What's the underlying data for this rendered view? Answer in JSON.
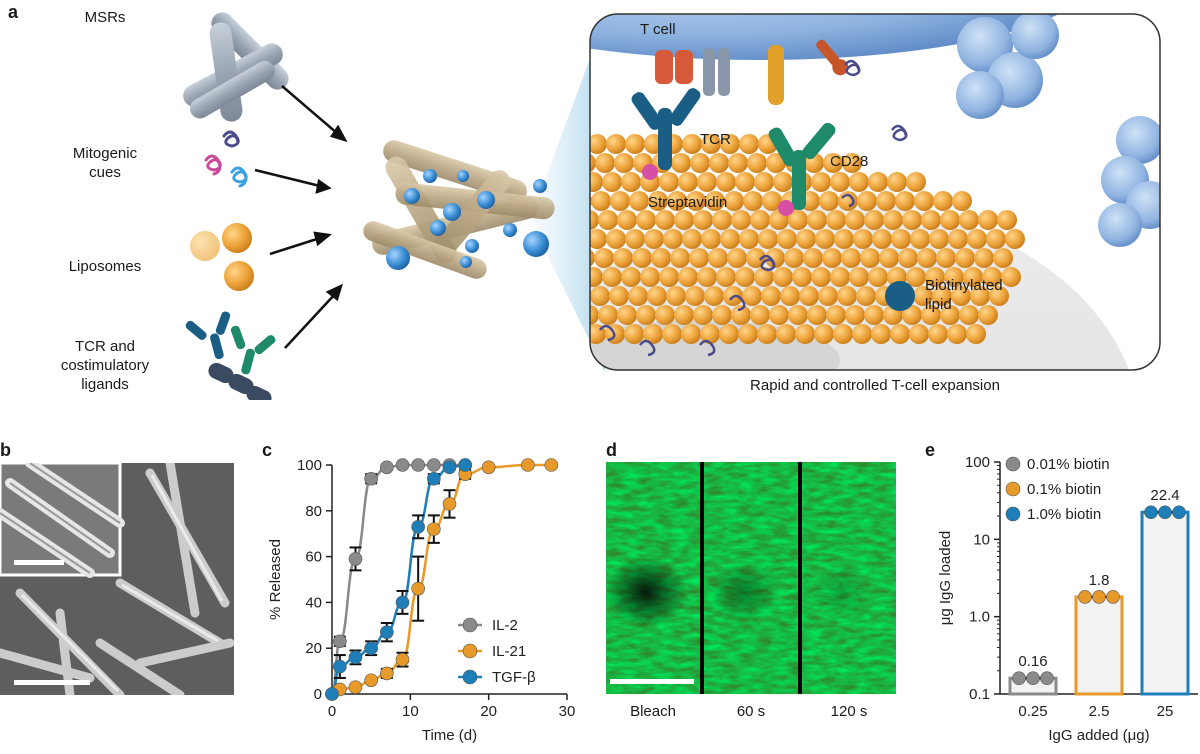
{
  "panel_a": {
    "letter": "a",
    "components": [
      "MSRs",
      "Mitogenic\ncues",
      "Liposomes",
      "TCR and\ncostimulatory\nligands"
    ],
    "annotations": {
      "t_cell": "T cell",
      "tcr": "TCR",
      "cd28": "CD28",
      "streptavidin": "Streptavidin",
      "biotinylated_lipid": "Biotinylated\nlipid"
    },
    "caption": "Rapid and controlled T-cell expansion",
    "colors": {
      "liposome": "#e79a2a",
      "tcr_ligand": "#1a5e86",
      "cd28_ligand": "#1f8a6a",
      "sphere": "#3b8fd6",
      "tcell": "#8fb3e0"
    }
  },
  "panel_b": {
    "letter": "b"
  },
  "panel_c": {
    "letter": "c",
    "chart_data": {
      "type": "line",
      "xlabel": "Time (d)",
      "ylabel": "% Released",
      "xlim": [
        0,
        30
      ],
      "ylim": [
        0,
        100
      ],
      "xticks": [
        "0",
        "10",
        "20",
        "30"
      ],
      "yticks": [
        "0",
        "20",
        "40",
        "60",
        "80",
        "100"
      ],
      "legend_position": "bottom-right",
      "series": [
        {
          "name": "IL-2",
          "color": "#8a8a8a",
          "x": [
            0,
            1,
            3,
            5,
            7,
            9,
            11,
            13,
            15,
            17
          ],
          "y": [
            0,
            23,
            59,
            94,
            99,
            100,
            100,
            100,
            100,
            100
          ],
          "err": [
            0,
            2,
            5,
            2,
            1,
            1,
            1,
            1,
            1,
            1
          ]
        },
        {
          "name": "IL-21",
          "color": "#e79a2a",
          "x": [
            0,
            1,
            3,
            5,
            7,
            9,
            11,
            13,
            15,
            17,
            20,
            25,
            28
          ],
          "y": [
            0,
            2,
            3,
            6,
            9,
            15,
            46,
            72,
            83,
            96,
            99,
            100,
            100
          ],
          "err": [
            0,
            1,
            1,
            1,
            2,
            3,
            14,
            6,
            6,
            2,
            1,
            1,
            1
          ]
        },
        {
          "name": "TGF-β",
          "color": "#1e7fb8",
          "x": [
            0,
            1,
            3,
            5,
            7,
            9,
            11,
            13,
            15,
            17
          ],
          "y": [
            0,
            12,
            16,
            20,
            27,
            40,
            73,
            94,
            99,
            100
          ],
          "err": [
            0,
            5,
            3,
            3,
            4,
            5,
            5,
            2,
            1,
            1
          ]
        }
      ]
    }
  },
  "panel_d": {
    "letter": "d",
    "timepoints": [
      "Bleach",
      "60 s",
      "120 s"
    ]
  },
  "panel_e": {
    "letter": "e",
    "chart_data": {
      "type": "bar",
      "xlabel": "IgG added (μg)",
      "ylabel": "μg IgG loaded",
      "yscale": "log",
      "ylim": [
        0.1,
        100
      ],
      "yticks": [
        "0.1",
        "1.0",
        "10",
        "100"
      ],
      "categories": [
        "0.25",
        "2.5",
        "25"
      ],
      "values": [
        0.16,
        1.8,
        22.4
      ],
      "value_labels": [
        "0.16",
        "1.8",
        "22.4"
      ],
      "legend_position": "top-left",
      "series": [
        {
          "name": "0.01% biotin",
          "color": "#8a8a8a"
        },
        {
          "name": "0.1% biotin",
          "color": "#e79a2a"
        },
        {
          "name": "1.0% biotin",
          "color": "#1e7fb8"
        }
      ]
    }
  }
}
